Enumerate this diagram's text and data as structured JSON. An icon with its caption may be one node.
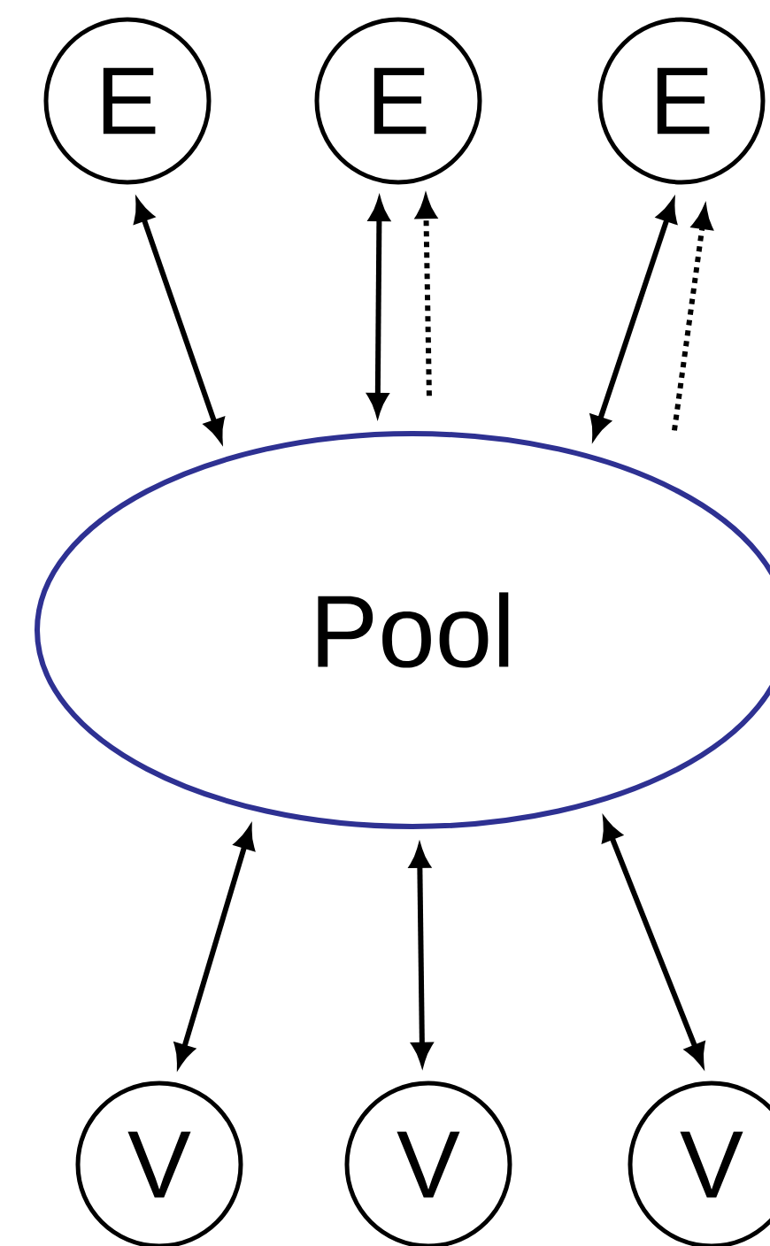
{
  "diagram": {
    "nodes": [
      {
        "text": [
          "E"
        ]
      },
      {
        "text": [
          "E"
        ]
      },
      {
        "text": [
          "E"
        ]
      },
      {
        "text": [
          "Pool"
        ]
      },
      {
        "text": [
          "V"
        ]
      },
      {
        "text": [
          "V"
        ]
      },
      {
        "text": [
          "V"
        ]
      }
    ],
    "edges": [
      {
        "from": 0,
        "to": 3,
        "arrow": "both"
      },
      {
        "from": 1,
        "to": 3,
        "arrow": "both"
      },
      {
        "from": 3,
        "to": 1,
        "arrow": "to",
        "style": "dashed"
      },
      {
        "from": 2,
        "to": 3,
        "arrow": "both"
      },
      {
        "from": 3,
        "to": 2,
        "arrow": "to",
        "style": "dashed"
      },
      {
        "from": 3,
        "to": 4,
        "arrow": "both"
      },
      {
        "from": 3,
        "to": 5,
        "arrow": "both"
      },
      {
        "from": 3,
        "to": 6,
        "arrow": "both"
      }
    ]
  }
}
